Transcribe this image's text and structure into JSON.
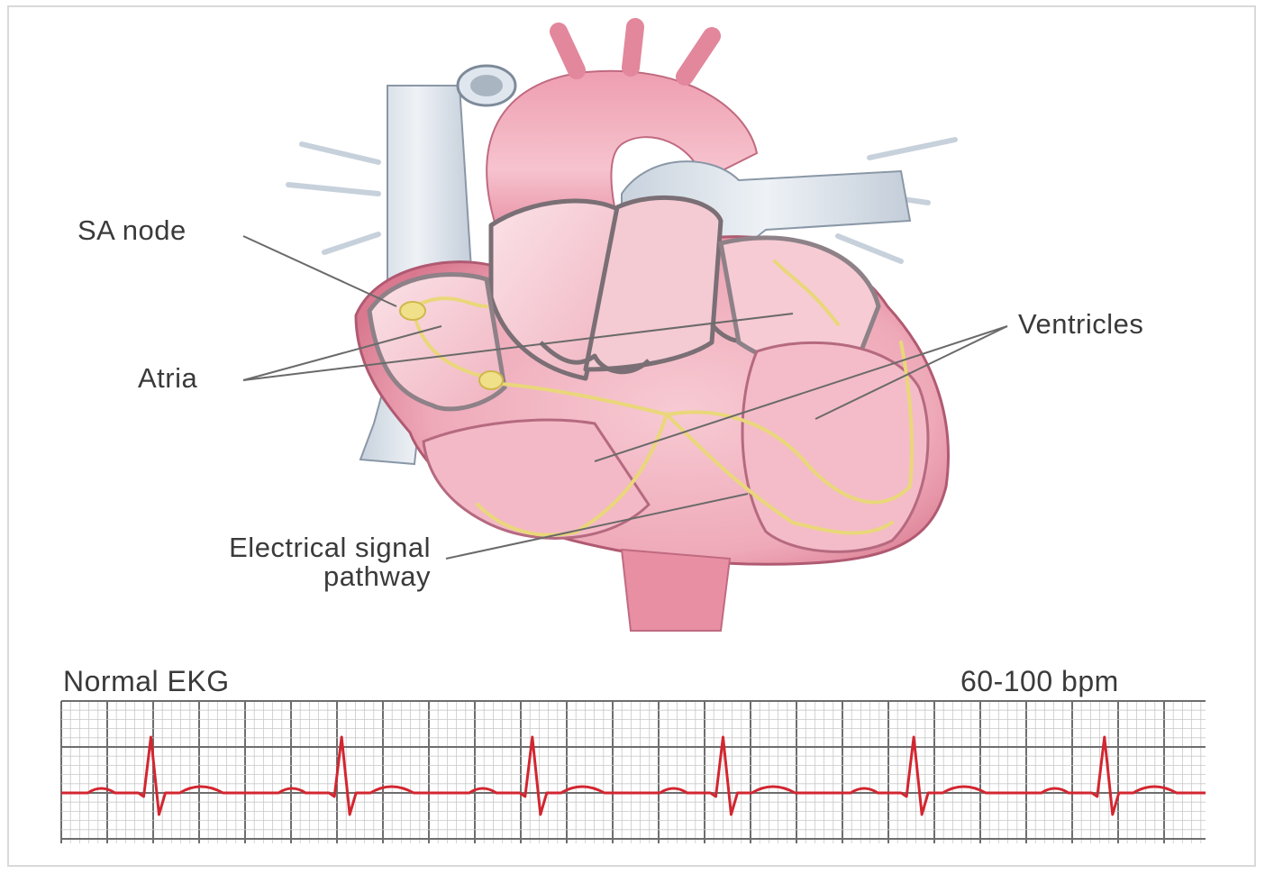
{
  "labels": {
    "sa_node": "SA node",
    "atria": "Atria",
    "ventricles": "Ventricles",
    "pathway_line1": "Electrical signal",
    "pathway_line2": "pathway"
  },
  "ekg": {
    "title": "Normal EKG",
    "rate": "60-100 bpm",
    "beats": 6
  },
  "colors": {
    "heart_wall": "#f2b7c3",
    "heart_dark": "#d9788f",
    "vessel": "#dfe6ee",
    "conduction": "#e9d77a",
    "trace": "#d32630",
    "grid_minor": "#c9c9c9",
    "grid_major": "#6e6e6e",
    "label_text": "#3a3a3a"
  }
}
